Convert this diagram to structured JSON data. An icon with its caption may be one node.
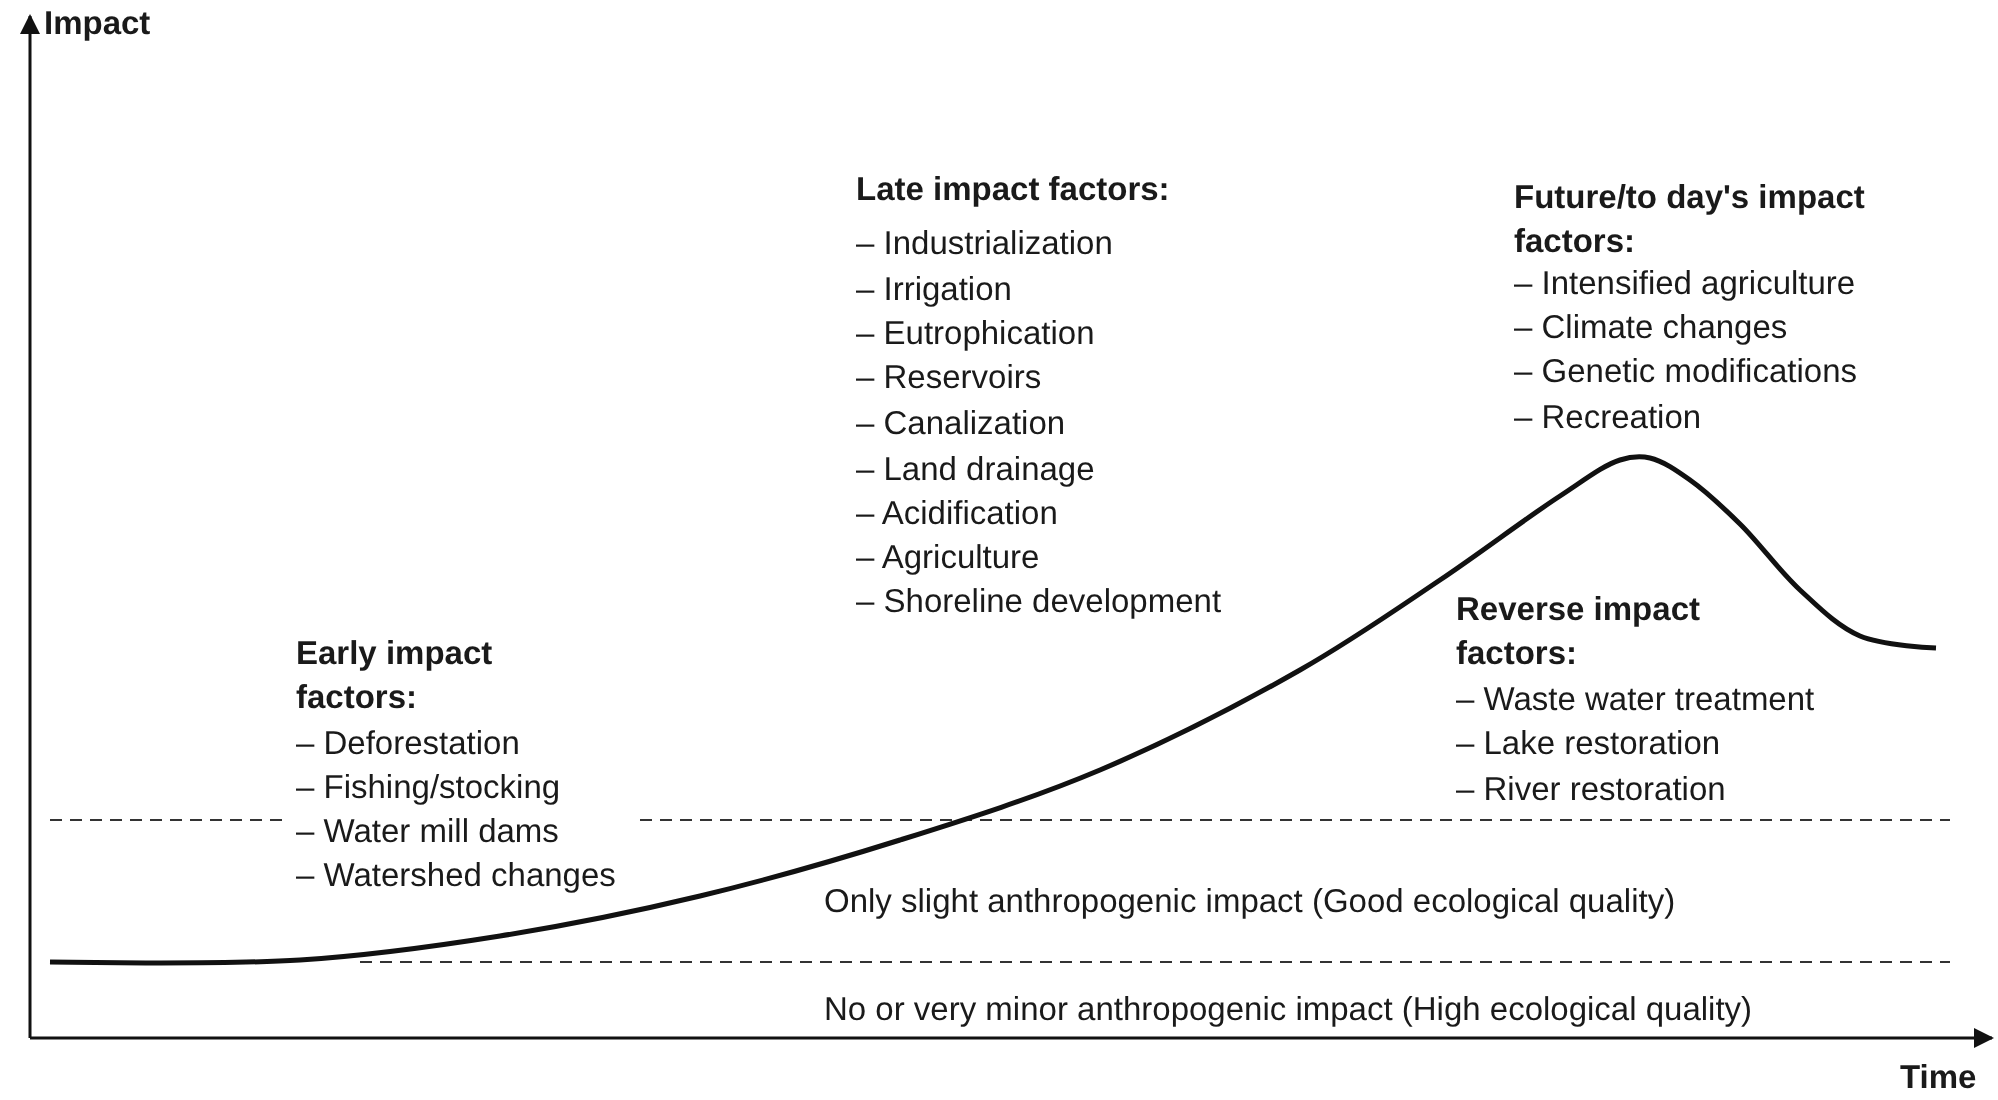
{
  "diagram": {
    "labels": [
      "Impact",
      "Late impact factors:",
      "– Industrialization",
      "– Irrigation",
      "– Eutrophication",
      "– Reservoirs",
      "– Canalization",
      "– Land drainage",
      "– Acidification",
      "– Agriculture",
      "– Shoreline development",
      "Future/to day's impact factors:",
      "– Intensified agriculture",
      "– Climate changes",
      "– Genetic modifications",
      "– Recreation",
      "Early impact factors:",
      "– Deforestation",
      "– Fishing/stocking",
      "– Water mill dams",
      "– Watershed changes",
      "Reverse impact factors:",
      "– Waste water treatment",
      "– Lake restoration",
      "– River restoration",
      "Only slight anthropogenic impact (Good ecological quality)",
      "No or very minor anthropogenic impact (High ecological quality)",
      "Time"
    ]
  }
}
